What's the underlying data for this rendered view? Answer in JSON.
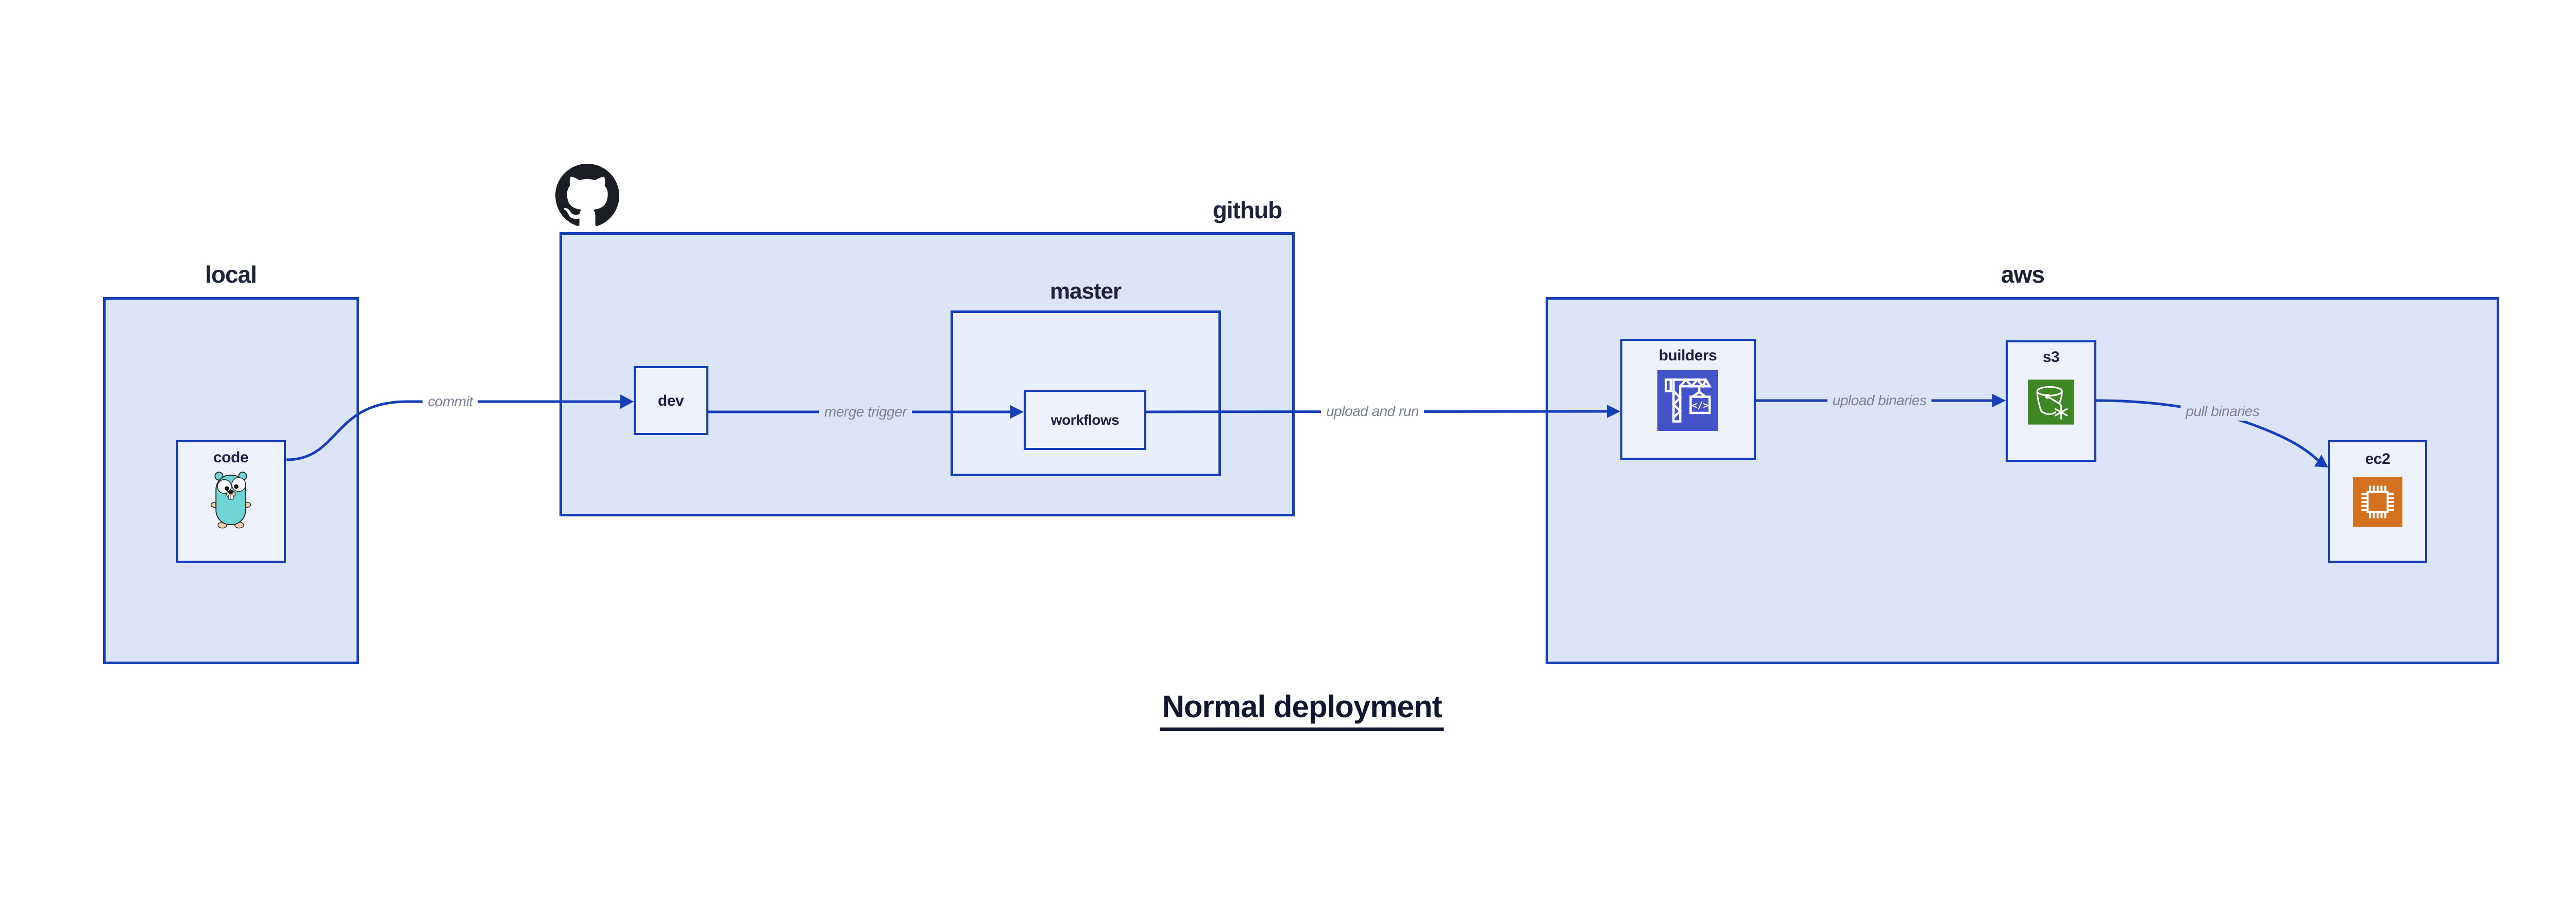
{
  "title": {
    "text": "Normal deployment"
  },
  "containers": [
    {
      "id": "local",
      "label": "local"
    },
    {
      "id": "github",
      "label": "github"
    },
    {
      "id": "master",
      "label": "master"
    },
    {
      "id": "aws",
      "label": "aws"
    }
  ],
  "nodes": [
    {
      "id": "code",
      "label": "code",
      "icon": "go-gopher-icon"
    },
    {
      "id": "dev",
      "label": "dev",
      "icon": null
    },
    {
      "id": "workflows",
      "label": "workflows",
      "icon": null
    },
    {
      "id": "builders",
      "label": "builders",
      "icon": "codebuild-crane-icon"
    },
    {
      "id": "s3",
      "label": "s3",
      "icon": "s3-bucket-snowflake-icon"
    },
    {
      "id": "ec2",
      "label": "ec2",
      "icon": "ec2-chip-icon"
    }
  ],
  "edges": [
    {
      "label": "commit",
      "from": "code",
      "to": "dev"
    },
    {
      "label": "merge trigger",
      "from": "dev",
      "to": "workflows"
    },
    {
      "label": "upload and run",
      "from": "workflows",
      "to": "builders"
    },
    {
      "label": "upload binaries",
      "from": "builders",
      "to": "s3"
    },
    {
      "label": "pull binaries",
      "from": "s3",
      "to": "ec2"
    }
  ],
  "icons": {
    "github_logo": "github-octocat-logo",
    "builders_glyph": "</>"
  },
  "colors": {
    "line_blue": "#163eb8",
    "container_fill": "#dce4f7",
    "master_fill": "#e8eefb",
    "node_fill": "#eef2fc",
    "label_navy": "#1d2338",
    "edge_label_gray": "#7b8194",
    "title_navy": "#10172e",
    "codebuild_indigo": "#4553c9",
    "s3_green": "#3e8724",
    "ec2_orange": "#d4711f",
    "gopher_teal": "#6fd4d4",
    "github_black": "#1b1f23"
  }
}
